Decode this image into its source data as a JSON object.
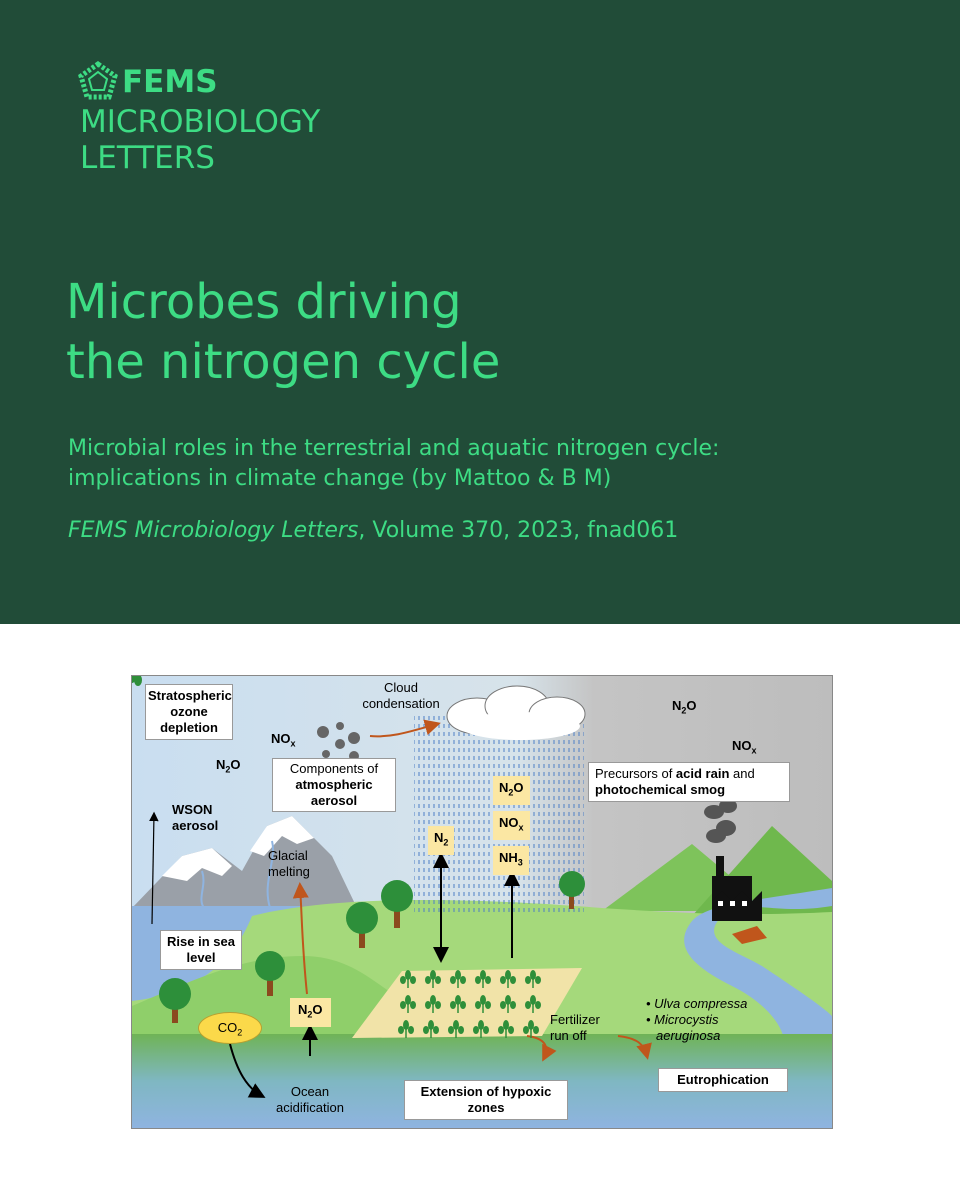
{
  "brand": {
    "name": "FEMS",
    "journal_line1": "MICROBIOLOGY",
    "journal_line2": "LETTERS",
    "logo_icon": "fems-pentagon-logo-icon"
  },
  "title": {
    "line1": "Microbes driving",
    "line2": "the nitrogen cycle"
  },
  "subtitle": {
    "line1": "Microbial roles in the terrestrial and aquatic nitrogen cycle:",
    "line2": "implications in climate change (by Mattoo & B M)"
  },
  "citation": {
    "journal": "FEMS Microbiology Letters",
    "details": ", Volume 370, 2023, fnad061"
  },
  "colors": {
    "header_bg": "#214c38",
    "accent_green": "#3ddc84",
    "sky": "#c6ddf0",
    "smog": "#bdbdbd",
    "grass": "#8fcf6a",
    "water": "#8fb4e0",
    "label_yellow": "#fbe7a3",
    "arrow_orange": "#c0561c"
  },
  "diagram": {
    "stratospheric": {
      "line1": "Stratospheric",
      "line2": "ozone",
      "line3": "depletion"
    },
    "nox_left": {
      "base": "NO",
      "sub": "x"
    },
    "n2o_top_left": {
      "base": "N",
      "sub": "2",
      "tail": "O"
    },
    "cloud_condensation": {
      "line1": "Cloud",
      "line2": "condensation"
    },
    "aerosol_box": {
      "line1": "Components of",
      "line2": "atmospheric",
      "line3": "aerosol"
    },
    "n2o_top_right": {
      "base": "N",
      "sub": "2",
      "tail": "O"
    },
    "nox_right": {
      "base": "NO",
      "sub": "x"
    },
    "precursors": {
      "prefix": "Precursors of ",
      "bold1": "acid rain",
      "mid": " and",
      "bold2": "photochemical smog"
    },
    "wson": {
      "line1": "WSON",
      "line2": "aerosol"
    },
    "glacial": {
      "line1": "Glacial",
      "line2": "melting"
    },
    "gas_n2": {
      "base": "N",
      "sub": "2"
    },
    "gas_n2o": {
      "base": "N",
      "sub": "2",
      "tail": "O"
    },
    "gas_nox": {
      "base": "NO",
      "sub": "x"
    },
    "gas_nh3": {
      "base": "NH",
      "sub": "3"
    },
    "sea_level": {
      "line1": "Rise in sea",
      "line2": "level"
    },
    "co2": {
      "base": "CO",
      "sub": "2"
    },
    "n2o_ground": {
      "base": "N",
      "sub": "2",
      "tail": "O"
    },
    "ocean": {
      "line1": "Ocean",
      "line2": "acidification"
    },
    "hypoxic": {
      "line1": "Extension of hypoxic",
      "line2": "zones"
    },
    "fertilizer": {
      "line1": "Fertilizer",
      "line2": "run off"
    },
    "species": {
      "item1": "Ulva compressa",
      "item2": "Microcystis",
      "item2b": "aeruginosa"
    },
    "eutrophication": "Eutrophication"
  }
}
